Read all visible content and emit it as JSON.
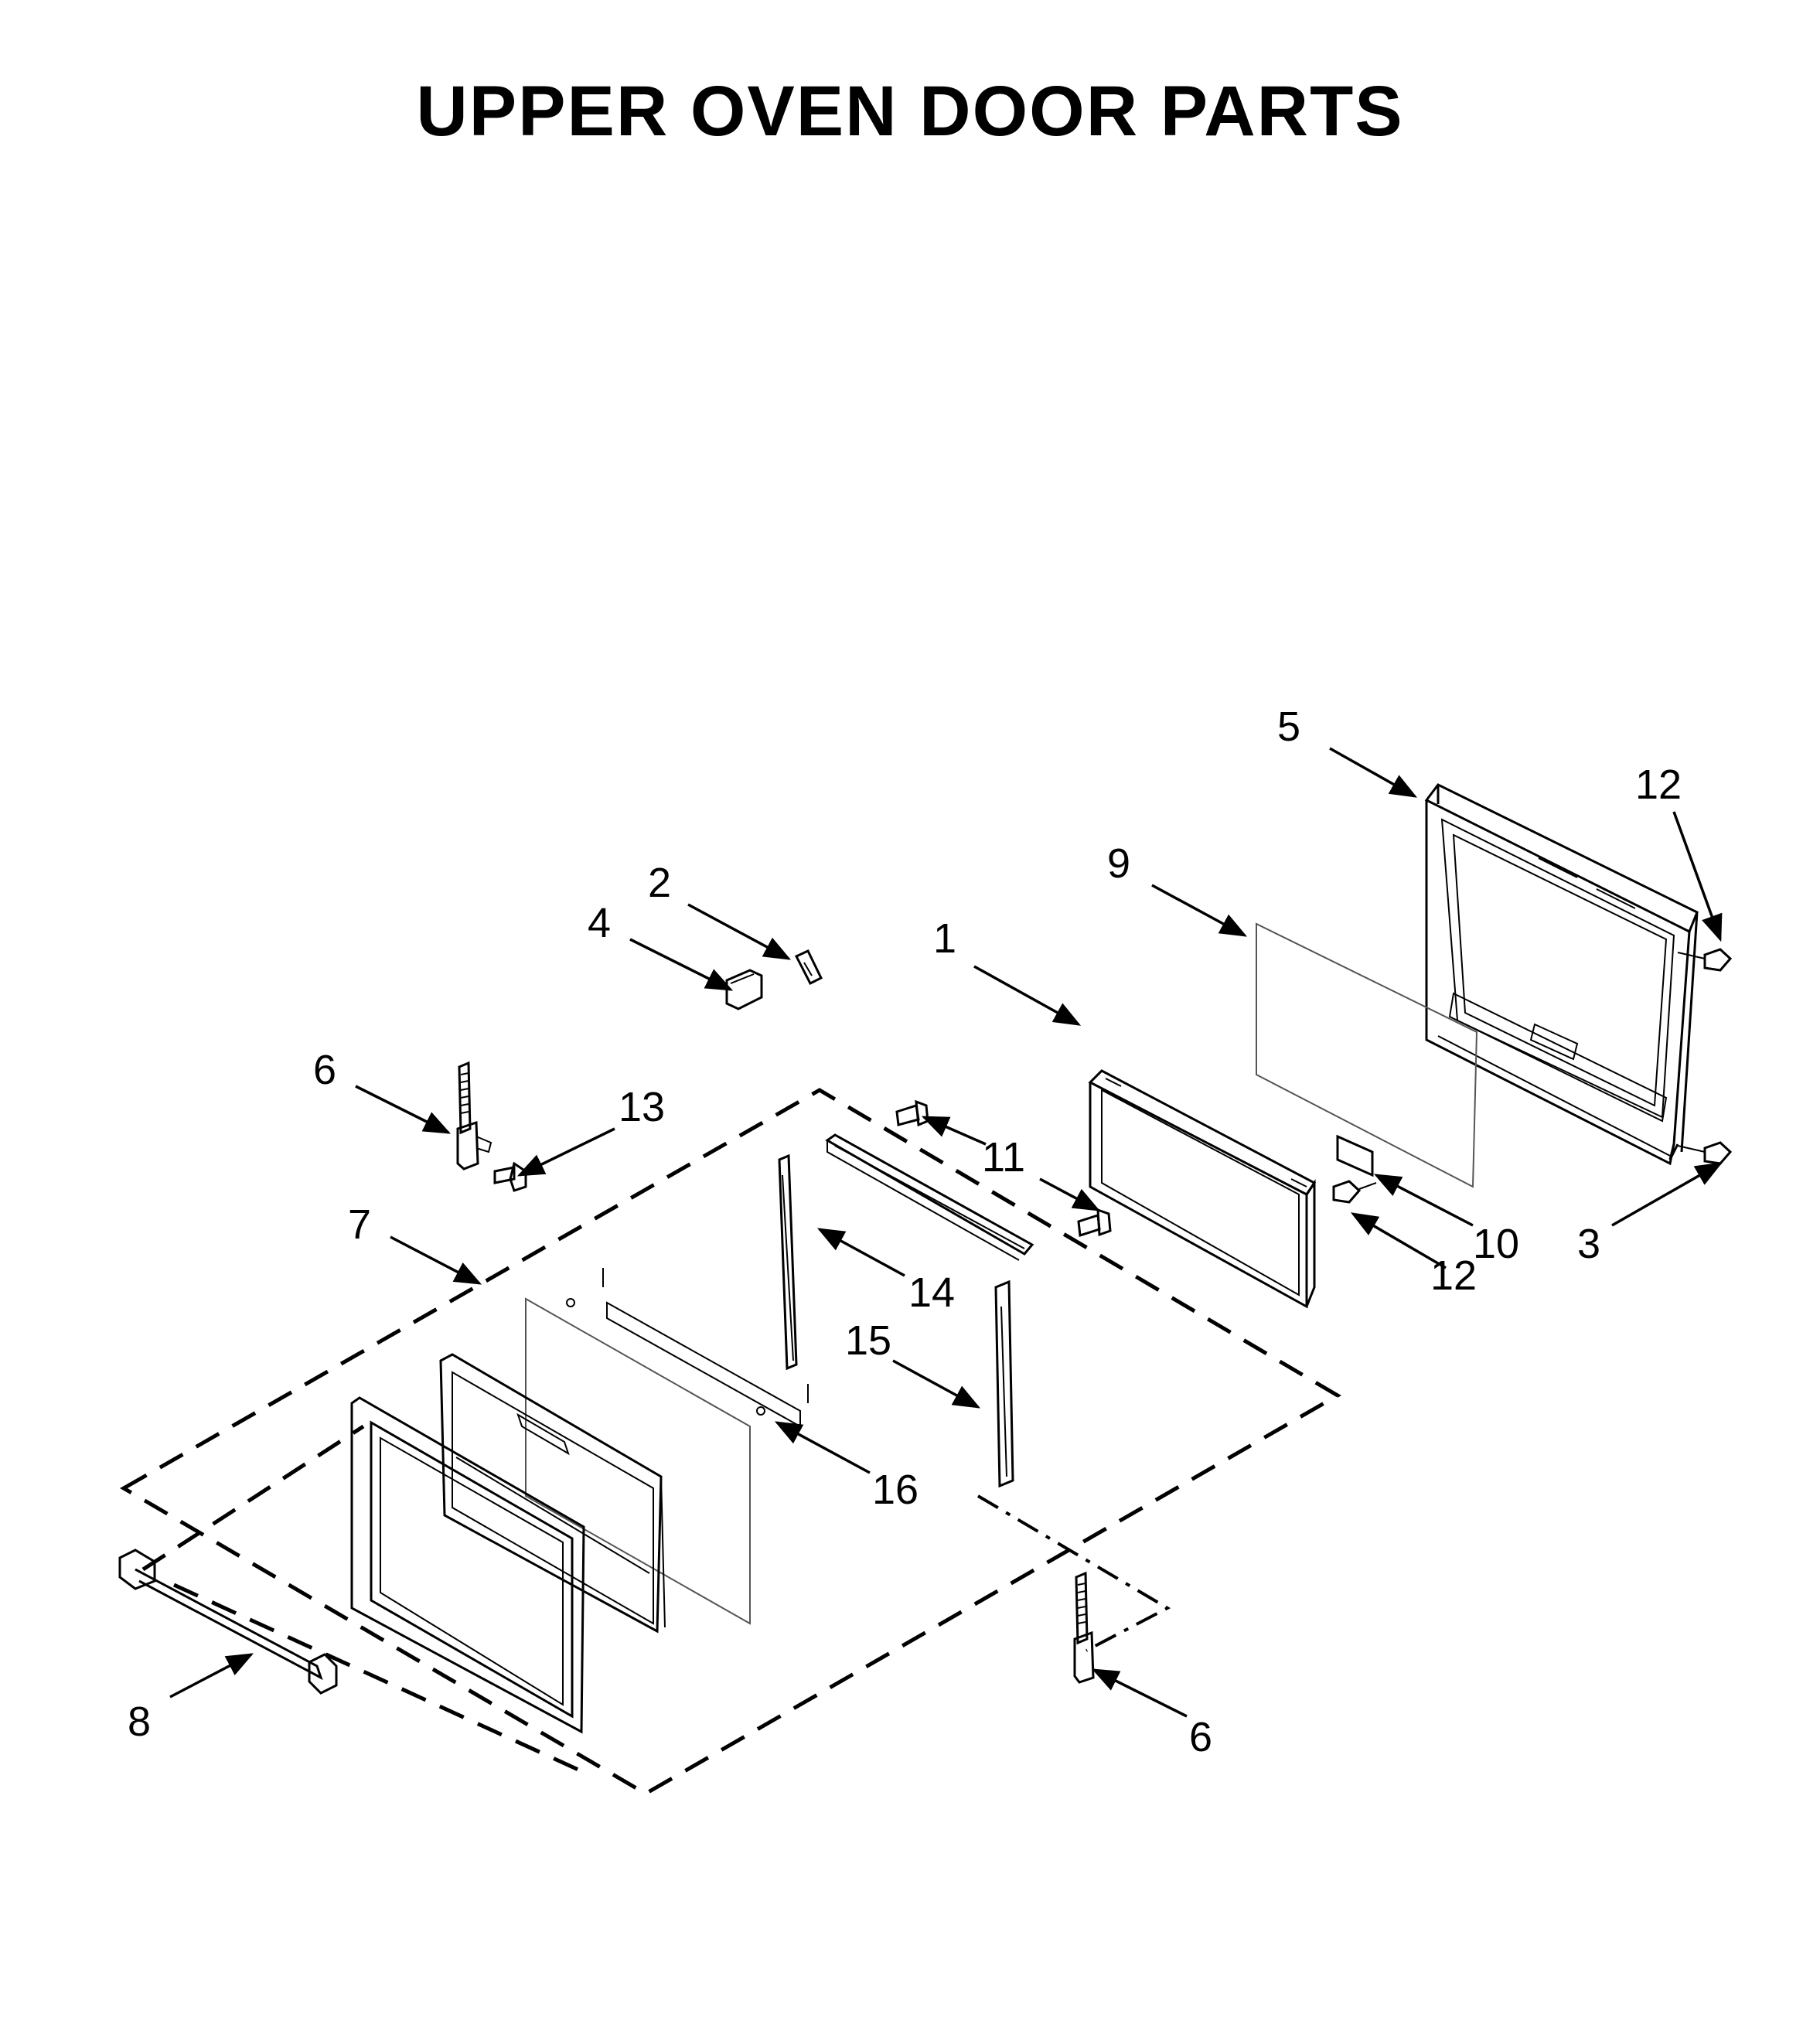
{
  "title": "UPPER OVEN DOOR PARTS",
  "callouts": {
    "c1": "1",
    "c2": "2",
    "c3": "3",
    "c4": "4",
    "c5": "5",
    "c6a": "6",
    "c6b": "6",
    "c7": "7",
    "c8": "8",
    "c9": "9",
    "c10": "10",
    "c11": "11",
    "c12a": "12",
    "c12b": "12",
    "c13": "13",
    "c14": "14",
    "c15": "15",
    "c16": "16"
  }
}
